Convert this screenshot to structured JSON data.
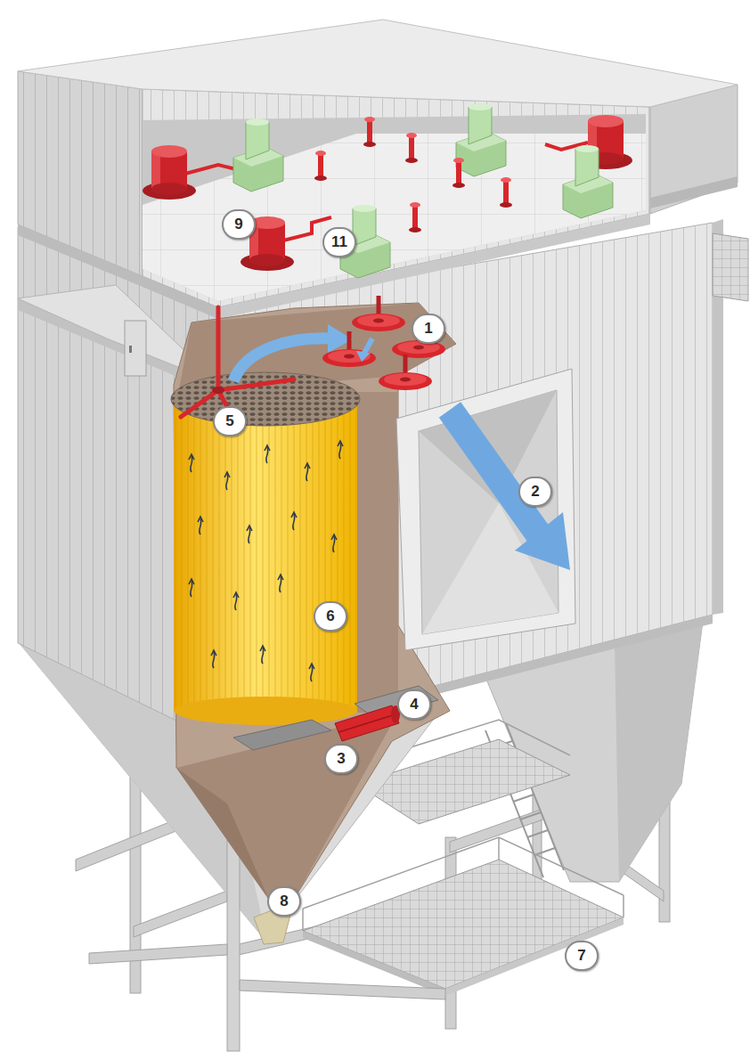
{
  "diagram": {
    "labels": [
      "9",
      "11",
      "1",
      "5",
      "2",
      "6",
      "4",
      "3",
      "8",
      "7"
    ]
  }
}
